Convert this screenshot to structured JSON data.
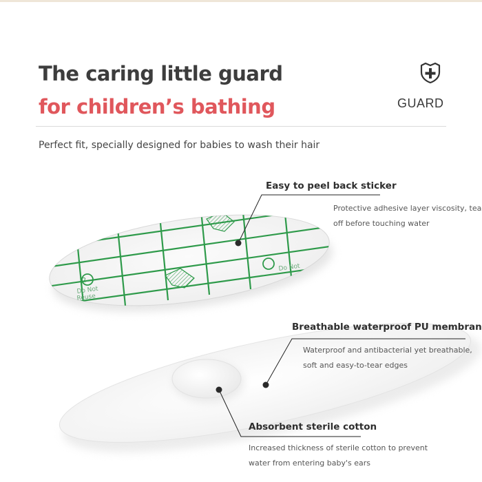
{
  "header": {
    "title_line1": "The caring little guard",
    "title_line2": "for children’s bathing",
    "title_line2_color": "#e0575c",
    "brand_icon": "shield-plus-icon",
    "brand_label": "GUARD"
  },
  "subtitle": "Perfect fit, specially designed for babies to wash their hair",
  "features": [
    {
      "title": "Easy to peel back sticker",
      "desc_line1": "Protective adhesive layer viscosity, tear",
      "desc_line2": "off before touching water"
    },
    {
      "title": "Breathable waterproof PU membrane",
      "desc_line1": "Waterproof and antibacterial yet breathable,",
      "desc_line2": "soft and easy-to-tear edges"
    },
    {
      "title": "Absorbent sterile cotton",
      "desc_line1": "Increased thickness of sterile cotton to prevent",
      "desc_line2": "water from entering baby's ears"
    }
  ],
  "sticker_print": [
    "Do Not",
    "Reuse",
    "2"
  ],
  "colors": {
    "print_green": "#2e9a4a",
    "title_dark": "#3d3d3d"
  }
}
